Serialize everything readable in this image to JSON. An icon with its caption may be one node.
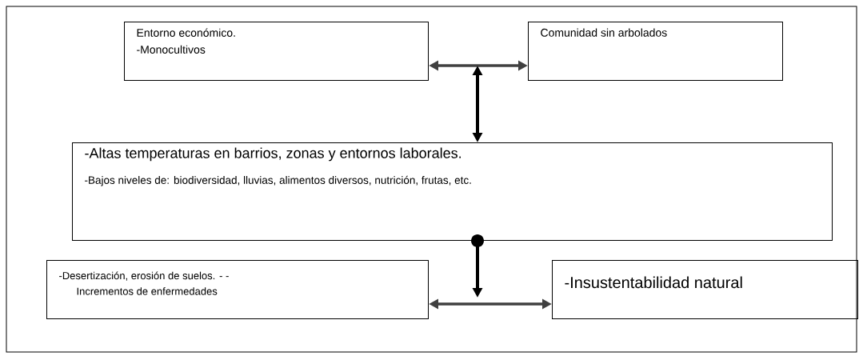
{
  "diagram": {
    "nodes": [
      {
        "text": [
          "Entorno económico.",
          "-Monocultivos"
        ]
      },
      {
        "text": [
          "Comunidad sin arbolados"
        ]
      },
      {
        "text": [
          "-Altas temperaturas en barrios, zonas y entornos laborales.",
          "-Bajos niveles de: biodiversidad, lluvias, alimentos diversos, nutrición, frutas, etc."
        ]
      },
      {
        "text": [
          "-Desertización, erosión de suelos. - -",
          "Incrementos de enfermedades"
        ]
      },
      {
        "text": [
          "-Insustentabilidad natural"
        ]
      }
    ],
    "edges": [
      {
        "from": 0,
        "to": 1,
        "arrow": "both"
      },
      {
        "from": null,
        "to": 2,
        "arrow": "both"
      },
      {
        "from": 2,
        "to": null,
        "arrow": "to"
      },
      {
        "from": 3,
        "to": 4,
        "arrow": "both"
      }
    ]
  }
}
